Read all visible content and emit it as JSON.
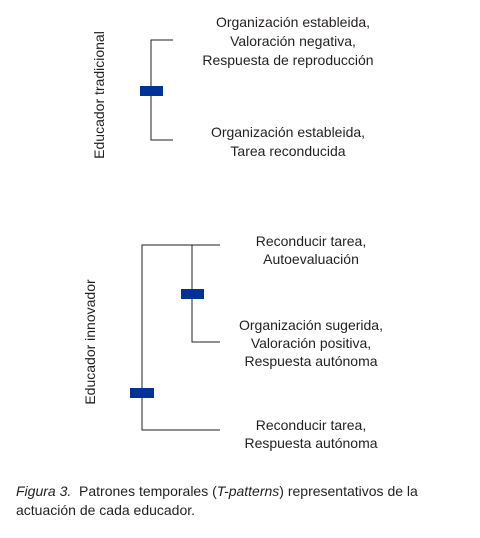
{
  "colors": {
    "line": "#231f20",
    "node": "#003399",
    "text": "#231f20"
  },
  "groups": {
    "traditional": {
      "label": "Educador tradicional",
      "top_leaf": [
        "Organización estableida,",
        "Valoración negativa,",
        "Respuesta de reproducción"
      ],
      "bottom_leaf": [
        "Organización estableida,",
        "Tarea reconducida"
      ]
    },
    "innovative": {
      "label": "Educador innovador",
      "leaf_1": [
        "Reconducir tarea,",
        "Autoevaluación"
      ],
      "leaf_2": [
        "Organización sugerida,",
        "Valoración positiva,",
        "Respuesta autónoma"
      ],
      "leaf_3": [
        "Reconducir tarea,",
        "Respuesta autónoma"
      ]
    }
  },
  "caption": {
    "figure": "Figura 3.",
    "text_before": "Patrones temporales (",
    "term": "T-patterns",
    "text_after": ") representativos de la actuación de cada educador."
  }
}
